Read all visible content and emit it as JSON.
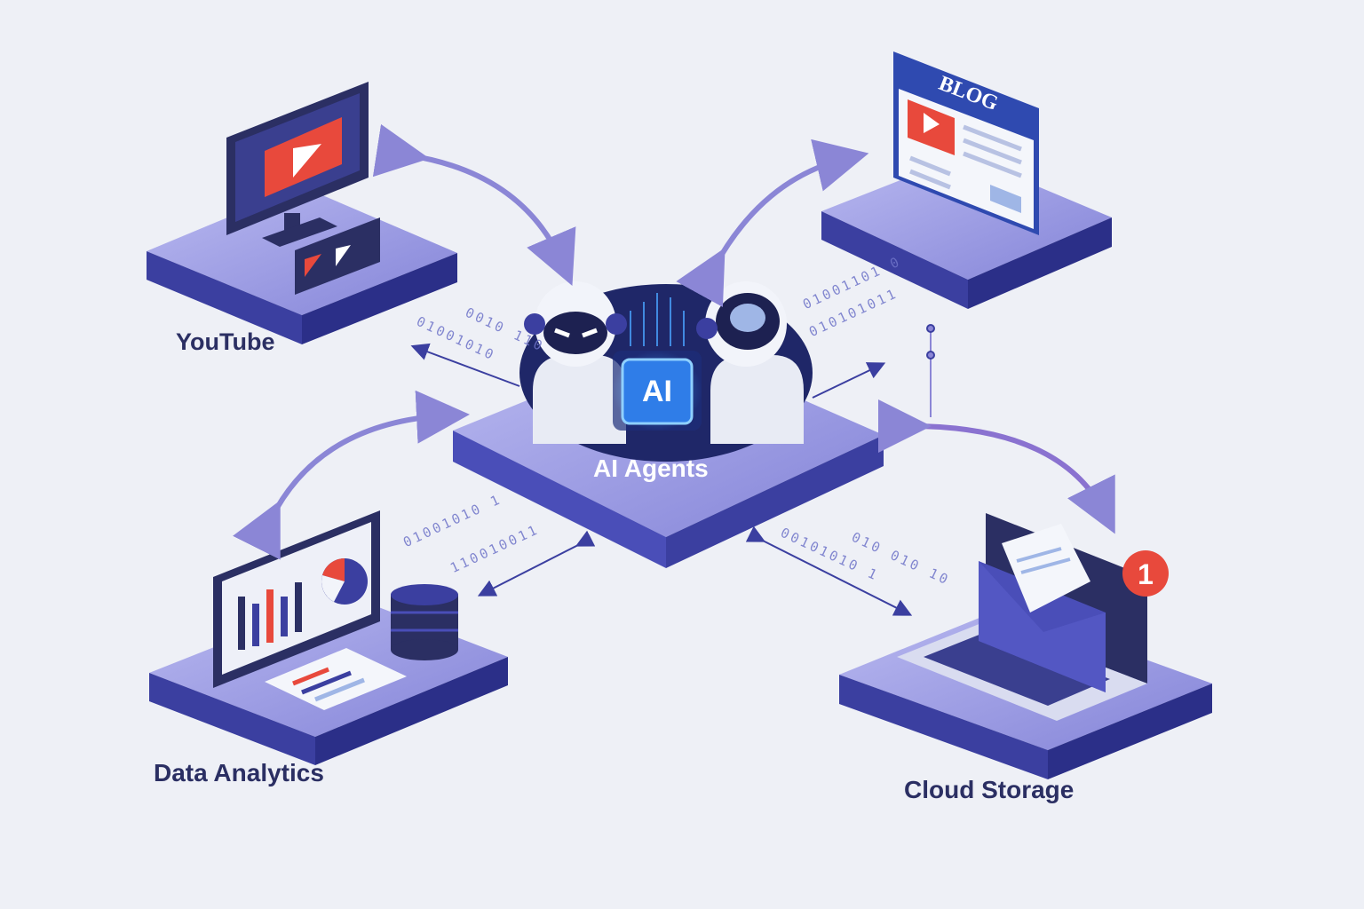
{
  "nodes": {
    "center": {
      "label": "AI Agents",
      "chip_text": "AI"
    },
    "youtube": {
      "label": "YouTube"
    },
    "blog": {
      "label": "",
      "screen_title": "BLOG"
    },
    "analytics": {
      "label": "Data Analytics"
    },
    "storage": {
      "label": "Cloud Storage",
      "badge": "1"
    }
  },
  "binary_streams": [
    "01001101 0",
    "010101011",
    "01001010 1",
    "110010011",
    "01001010",
    "0010 110",
    "00101010 1",
    "010 010 10"
  ],
  "icons": [
    "play-icon",
    "brain-icon",
    "robot-icon",
    "database-icon",
    "pie-chart-icon",
    "bar-chart-icon",
    "envelope-icon",
    "laptop-icon",
    "monitor-icon"
  ],
  "colors": {
    "background": "#eef0f6",
    "platform_top": "#8f8fe0",
    "platform_side": "#3b3fa0",
    "dark_navy": "#2b2f63",
    "accent_red": "#e8493c",
    "chip_blue": "#2f7de8",
    "arrow_purple": "#8b86d6"
  }
}
